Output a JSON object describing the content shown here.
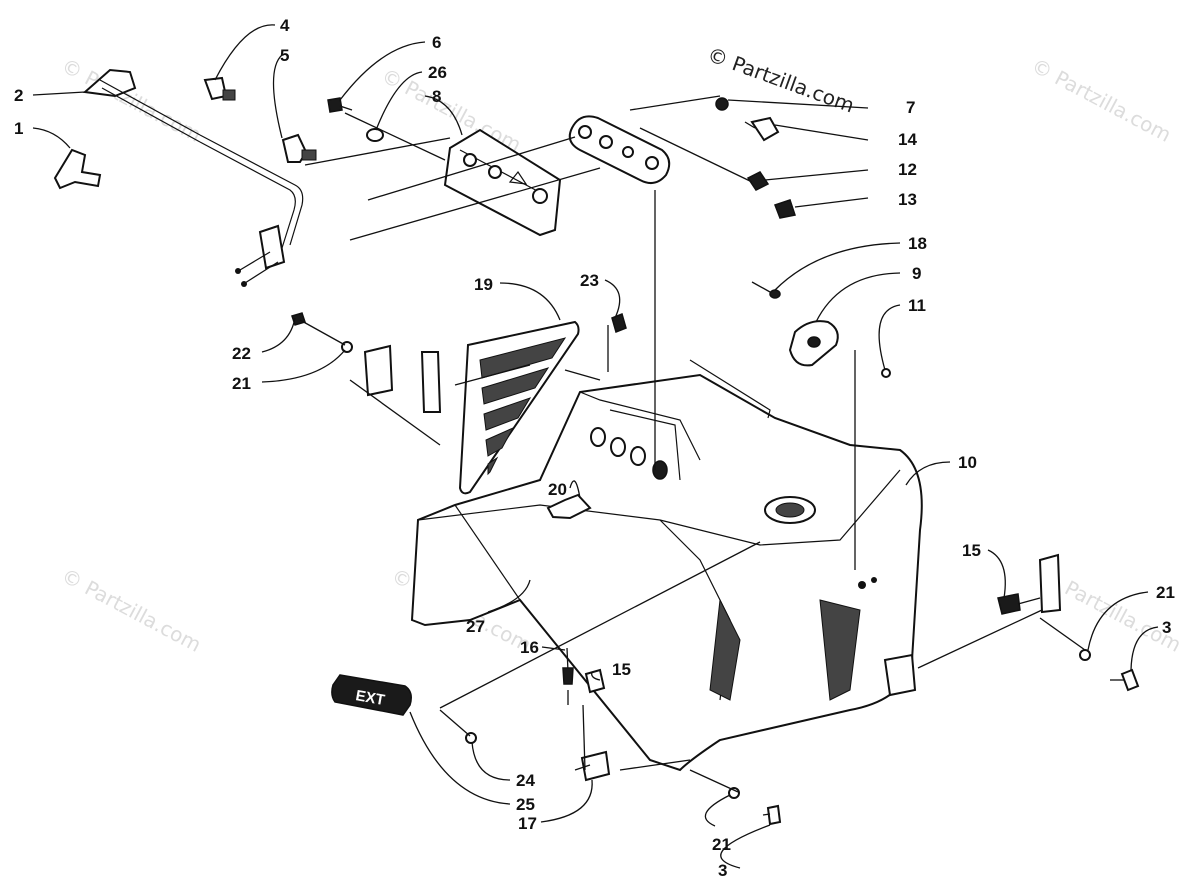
{
  "watermarks": {
    "main": "© Partzilla.com",
    "ghost": "© Partzilla.com"
  },
  "callouts": {
    "c1": "1",
    "c2": "2",
    "c3a": "3",
    "c3b": "3",
    "c4": "4",
    "c5": "5",
    "c6": "6",
    "c7": "7",
    "c8": "8",
    "c9": "9",
    "c10": "10",
    "c11": "11",
    "c12": "12",
    "c13": "13",
    "c14": "14",
    "c15a": "15",
    "c15b": "15",
    "c16": "16",
    "c17": "17",
    "c18": "18",
    "c19": "19",
    "c20": "20",
    "c21a": "21",
    "c21b": "21",
    "c21c": "21",
    "c22": "22",
    "c23": "23",
    "c24": "24",
    "c25": "25",
    "c26": "26",
    "c27": "27"
  },
  "emblem_text": "EXT"
}
